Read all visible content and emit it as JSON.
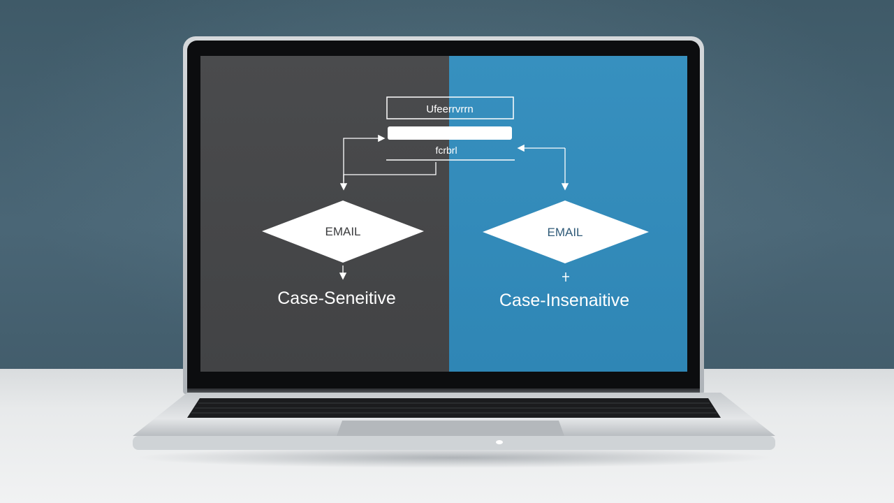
{
  "diagram": {
    "top_box_label": "Ufeerrvrrn",
    "middle_label": "fcrbrl",
    "left_decision": "EMAIL",
    "right_decision": "EMAIL",
    "left_result": "Case-Seneitive",
    "right_result": "Case-Insenaitive"
  },
  "colors": {
    "left_panel": "#444547",
    "right_panel": "#3390c0",
    "wall": "#456170",
    "desk": "#e6e8e9"
  }
}
